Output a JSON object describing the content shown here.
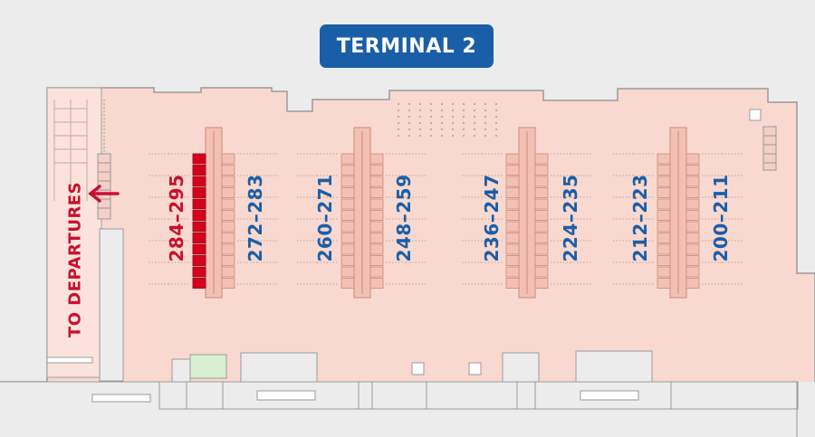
{
  "terminal": {
    "title": "TERMINAL 2"
  },
  "departures": {
    "label": "TO DEPARTURES",
    "arrow_icon": "arrow-left-icon"
  },
  "highlighted_counters": "284–295",
  "counter_groups": [
    {
      "label": "284–295",
      "highlighted": true
    },
    {
      "label": "272–283",
      "highlighted": false
    },
    {
      "label": "260–271",
      "highlighted": false
    },
    {
      "label": "248–259",
      "highlighted": false
    },
    {
      "label": "236–247",
      "highlighted": false
    },
    {
      "label": "224–235",
      "highlighted": false
    },
    {
      "label": "212–223",
      "highlighted": false
    },
    {
      "label": "200–211",
      "highlighted": false
    }
  ],
  "colors": {
    "background": "#ececec",
    "floor": "#f9d8cf",
    "walls": "#9a9a9a",
    "counters": "#f3c1b4",
    "counters_outline": "#c98a7a",
    "highlight": "#d6001c",
    "badge": "#1a5ea8",
    "green_room": "#d8efd2"
  }
}
